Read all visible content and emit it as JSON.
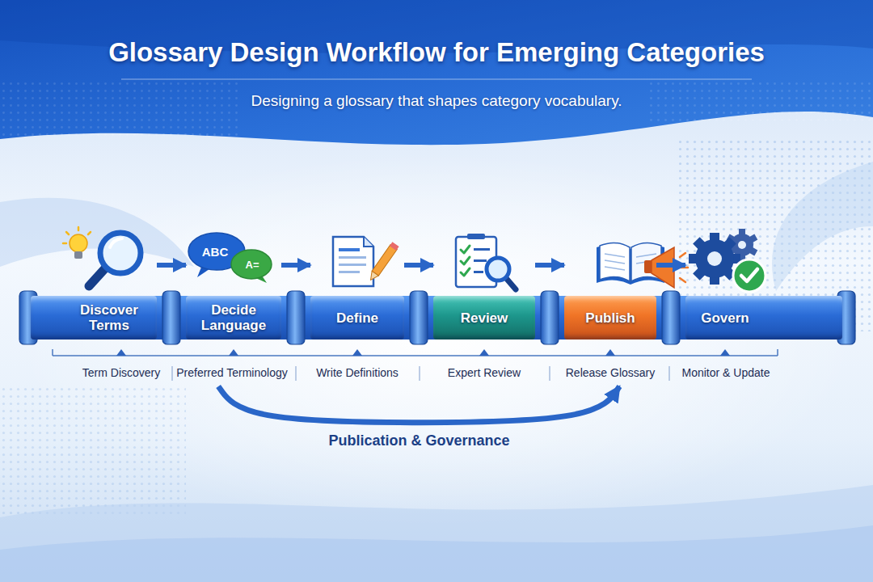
{
  "diagram": {
    "title": "Glossary Design Workflow for Emerging Categories",
    "nodes": [
      {
        "text": [
          "Discover Terms",
          "Term Discovery"
        ]
      },
      {
        "text": [
          "Decide Language",
          "Preferred Terminology"
        ]
      },
      {
        "text": [
          "Define",
          "Write Definitions"
        ]
      },
      {
        "text": [
          "Review",
          "Expert Review"
        ]
      },
      {
        "text": [
          "Publish",
          "Release Glossary"
        ]
      },
      {
        "text": [
          "Govern",
          "Monitor & Update"
        ]
      }
    ],
    "edges": [
      {
        "from": 0,
        "to": 1,
        "arrow": "to"
      },
      {
        "from": 1,
        "to": 2,
        "arrow": "to"
      },
      {
        "from": 2,
        "to": 3,
        "arrow": "to"
      },
      {
        "from": 3,
        "to": 4,
        "arrow": "to"
      },
      {
        "from": 4,
        "to": 5,
        "arrow": "to"
      },
      {
        "from": 1,
        "to": 4,
        "label": "Publication & Governance",
        "arrow": "to"
      }
    ],
    "labels": [
      "Designing a glossary that shapes category vocabulary.",
      "ABC",
      "A="
    ]
  }
}
